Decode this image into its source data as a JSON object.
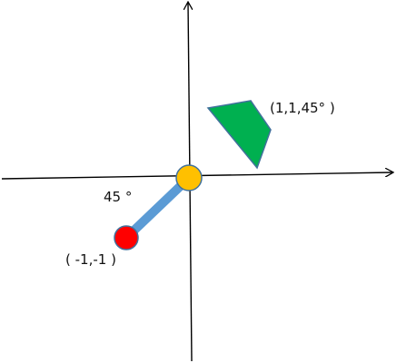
{
  "labels": {
    "angle": "45 °",
    "point": "( -1,-1 )",
    "pose": "(1,1,45° )"
  },
  "colors": {
    "axis": "#000000",
    "arm": "#5B9BD5",
    "pivot_fill": "#FFC000",
    "pivot_stroke": "#41719C",
    "end_point_fill": "#FF0000",
    "end_point_stroke": "#41719C",
    "marker_fill": "#00B050",
    "marker_stroke": "#41719C"
  }
}
